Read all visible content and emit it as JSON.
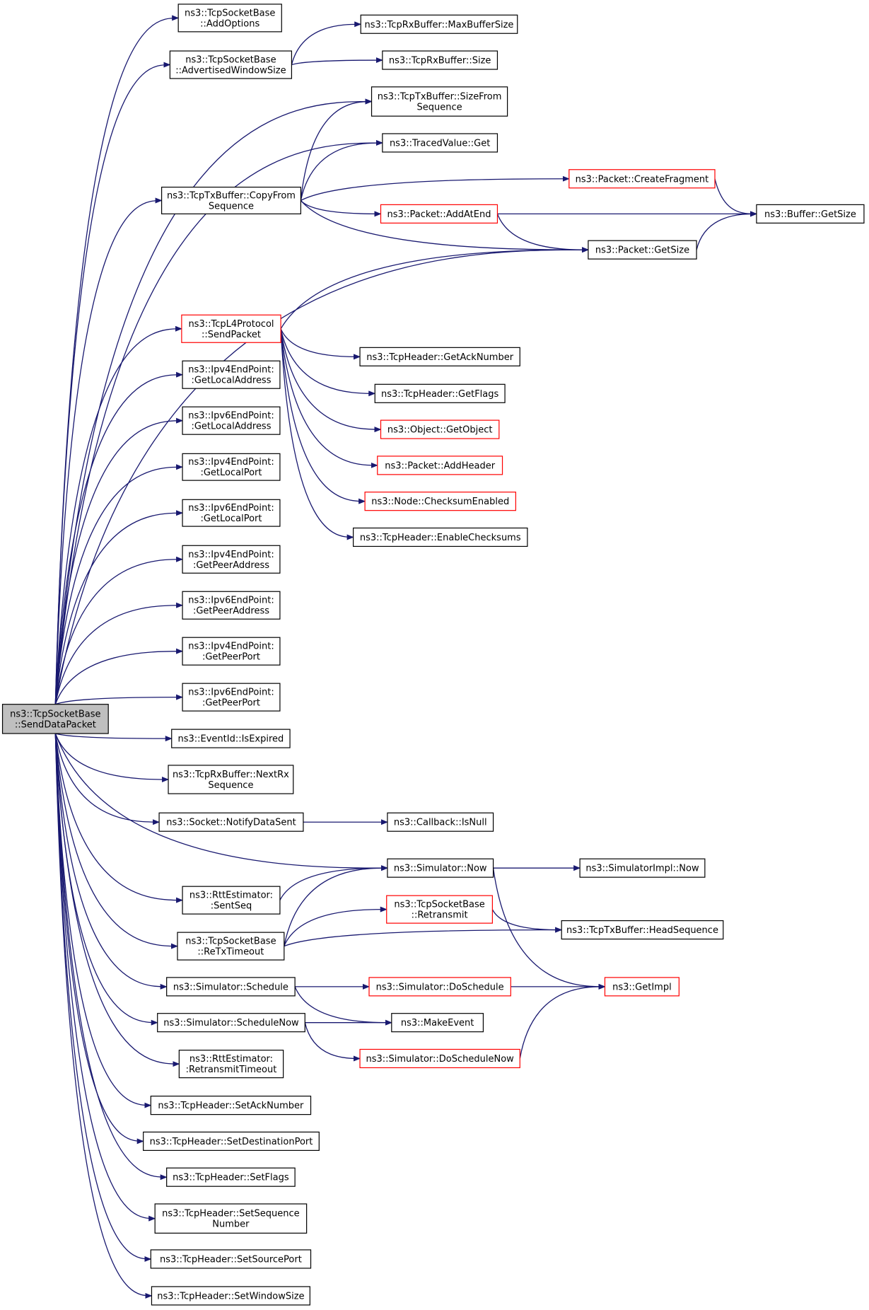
{
  "graph": {
    "edge_color": "#191970",
    "root_fill": "#bfbfbf",
    "node_border": "#000000",
    "truncated_node_border": "#ff0000",
    "nodes": [
      {
        "id": "root",
        "lines": [
          "ns3::TcpSocketBase",
          "::SendDataPacket"
        ],
        "root": true
      },
      {
        "id": "addOptions",
        "lines": [
          "ns3::TcpSocketBase",
          "::AddOptions"
        ]
      },
      {
        "id": "advWin",
        "lines": [
          "ns3::TcpSocketBase",
          "::AdvertisedWindowSize"
        ]
      },
      {
        "id": "rxMaxBuf",
        "lines": [
          "ns3::TcpRxBuffer::MaxBufferSize"
        ]
      },
      {
        "id": "rxSize",
        "lines": [
          "ns3::TcpRxBuffer::Size"
        ]
      },
      {
        "id": "txSizeFrom",
        "lines": [
          "ns3::TcpTxBuffer::SizeFrom",
          "Sequence"
        ]
      },
      {
        "id": "tracedGet",
        "lines": [
          "ns3::TracedValue::Get"
        ]
      },
      {
        "id": "copyFrom",
        "lines": [
          "ns3::TcpTxBuffer::CopyFrom",
          "Sequence"
        ]
      },
      {
        "id": "createFrag",
        "lines": [
          "ns3::Packet::CreateFragment"
        ],
        "red": true
      },
      {
        "id": "bufGetSize",
        "lines": [
          "ns3::Buffer::GetSize"
        ]
      },
      {
        "id": "addAtEnd",
        "lines": [
          "ns3::Packet::AddAtEnd"
        ],
        "red": true
      },
      {
        "id": "pktGetSize",
        "lines": [
          "ns3::Packet::GetSize"
        ]
      },
      {
        "id": "l4Send",
        "lines": [
          "ns3::TcpL4Protocol",
          "::SendPacket"
        ],
        "red": true
      },
      {
        "id": "getAck",
        "lines": [
          "ns3::TcpHeader::GetAckNumber"
        ]
      },
      {
        "id": "getFlags",
        "lines": [
          "ns3::TcpHeader::GetFlags"
        ]
      },
      {
        "id": "getObject",
        "lines": [
          "ns3::Object::GetObject"
        ],
        "red": true
      },
      {
        "id": "addHeader",
        "lines": [
          "ns3::Packet::AddHeader"
        ],
        "red": true
      },
      {
        "id": "checksumEn",
        "lines": [
          "ns3::Node::ChecksumEnabled"
        ],
        "red": true
      },
      {
        "id": "enableCs",
        "lines": [
          "ns3::TcpHeader::EnableChecksums"
        ]
      },
      {
        "id": "v4LocalAddr",
        "lines": [
          "ns3::Ipv4EndPoint:",
          ":GetLocalAddress"
        ]
      },
      {
        "id": "v6LocalAddr",
        "lines": [
          "ns3::Ipv6EndPoint:",
          ":GetLocalAddress"
        ]
      },
      {
        "id": "v4LocalPort",
        "lines": [
          "ns3::Ipv4EndPoint:",
          ":GetLocalPort"
        ]
      },
      {
        "id": "v6LocalPort",
        "lines": [
          "ns3::Ipv6EndPoint:",
          ":GetLocalPort"
        ]
      },
      {
        "id": "v4PeerAddr",
        "lines": [
          "ns3::Ipv4EndPoint:",
          ":GetPeerAddress"
        ]
      },
      {
        "id": "v6PeerAddr",
        "lines": [
          "ns3::Ipv6EndPoint:",
          ":GetPeerAddress"
        ]
      },
      {
        "id": "v4PeerPort",
        "lines": [
          "ns3::Ipv4EndPoint:",
          ":GetPeerPort"
        ]
      },
      {
        "id": "v6PeerPort",
        "lines": [
          "ns3::Ipv6EndPoint:",
          ":GetPeerPort"
        ]
      },
      {
        "id": "isExpired",
        "lines": [
          "ns3::EventId::IsExpired"
        ]
      },
      {
        "id": "nextRx",
        "lines": [
          "ns3::TcpRxBuffer::NextRx",
          "Sequence"
        ]
      },
      {
        "id": "notifySent",
        "lines": [
          "ns3::Socket::NotifyDataSent"
        ]
      },
      {
        "id": "cbIsNull",
        "lines": [
          "ns3::Callback::IsNull"
        ]
      },
      {
        "id": "simNow",
        "lines": [
          "ns3::Simulator::Now"
        ]
      },
      {
        "id": "implNow",
        "lines": [
          "ns3::SimulatorImpl::Now"
        ]
      },
      {
        "id": "rttSentSeq",
        "lines": [
          "ns3::RttEstimator:",
          ":SentSeq"
        ]
      },
      {
        "id": "retransmit",
        "lines": [
          "ns3::TcpSocketBase",
          "::Retransmit"
        ],
        "red": true
      },
      {
        "id": "headSeq",
        "lines": [
          "ns3::TcpTxBuffer::HeadSequence"
        ]
      },
      {
        "id": "reTxTimeout",
        "lines": [
          "ns3::TcpSocketBase",
          "::ReTxTimeout"
        ]
      },
      {
        "id": "schedule",
        "lines": [
          "ns3::Simulator::Schedule"
        ]
      },
      {
        "id": "doSchedule",
        "lines": [
          "ns3::Simulator::DoSchedule"
        ],
        "red": true
      },
      {
        "id": "getImpl",
        "lines": [
          "ns3::GetImpl"
        ],
        "red": true
      },
      {
        "id": "scheduleNow",
        "lines": [
          "ns3::Simulator::ScheduleNow"
        ]
      },
      {
        "id": "makeEvent",
        "lines": [
          "ns3::MakeEvent"
        ]
      },
      {
        "id": "doScheduleNow",
        "lines": [
          "ns3::Simulator::DoScheduleNow"
        ],
        "red": true
      },
      {
        "id": "rttRetxTo",
        "lines": [
          "ns3::RttEstimator:",
          ":RetransmitTimeout"
        ]
      },
      {
        "id": "setAck",
        "lines": [
          "ns3::TcpHeader::SetAckNumber"
        ]
      },
      {
        "id": "setDestPort",
        "lines": [
          "ns3::TcpHeader::SetDestinationPort"
        ]
      },
      {
        "id": "setFlags",
        "lines": [
          "ns3::TcpHeader::SetFlags"
        ]
      },
      {
        "id": "setSeq",
        "lines": [
          "ns3::TcpHeader::SetSequence",
          "Number"
        ]
      },
      {
        "id": "setSrcPort",
        "lines": [
          "ns3::TcpHeader::SetSourcePort"
        ]
      },
      {
        "id": "setWin",
        "lines": [
          "ns3::TcpHeader::SetWindowSize"
        ]
      }
    ],
    "edges": [
      [
        "root",
        "addOptions"
      ],
      [
        "root",
        "advWin"
      ],
      [
        "root",
        "txSizeFrom"
      ],
      [
        "root",
        "tracedGet"
      ],
      [
        "root",
        "copyFrom"
      ],
      [
        "root",
        "pktGetSize"
      ],
      [
        "root",
        "l4Send"
      ],
      [
        "root",
        "v4LocalAddr"
      ],
      [
        "root",
        "v6LocalAddr"
      ],
      [
        "root",
        "v4LocalPort"
      ],
      [
        "root",
        "v6LocalPort"
      ],
      [
        "root",
        "v4PeerAddr"
      ],
      [
        "root",
        "v6PeerAddr"
      ],
      [
        "root",
        "v4PeerPort"
      ],
      [
        "root",
        "v6PeerPort"
      ],
      [
        "root",
        "isExpired"
      ],
      [
        "root",
        "nextRx"
      ],
      [
        "root",
        "notifySent"
      ],
      [
        "root",
        "simNow"
      ],
      [
        "root",
        "rttSentSeq"
      ],
      [
        "root",
        "reTxTimeout"
      ],
      [
        "root",
        "schedule"
      ],
      [
        "root",
        "scheduleNow"
      ],
      [
        "root",
        "rttRetxTo"
      ],
      [
        "root",
        "setAck"
      ],
      [
        "root",
        "setDestPort"
      ],
      [
        "root",
        "setFlags"
      ],
      [
        "root",
        "setSeq"
      ],
      [
        "root",
        "setSrcPort"
      ],
      [
        "root",
        "setWin"
      ],
      [
        "advWin",
        "rxMaxBuf"
      ],
      [
        "advWin",
        "rxSize"
      ],
      [
        "copyFrom",
        "txSizeFrom"
      ],
      [
        "copyFrom",
        "tracedGet"
      ],
      [
        "copyFrom",
        "createFrag"
      ],
      [
        "copyFrom",
        "addAtEnd"
      ],
      [
        "copyFrom",
        "pktGetSize"
      ],
      [
        "createFrag",
        "bufGetSize"
      ],
      [
        "addAtEnd",
        "bufGetSize"
      ],
      [
        "addAtEnd",
        "pktGetSize"
      ],
      [
        "pktGetSize",
        "bufGetSize"
      ],
      [
        "l4Send",
        "pktGetSize"
      ],
      [
        "l4Send",
        "getAck"
      ],
      [
        "l4Send",
        "getFlags"
      ],
      [
        "l4Send",
        "getObject"
      ],
      [
        "l4Send",
        "addHeader"
      ],
      [
        "l4Send",
        "checksumEn"
      ],
      [
        "l4Send",
        "enableCs"
      ],
      [
        "notifySent",
        "cbIsNull"
      ],
      [
        "simNow",
        "implNow"
      ],
      [
        "simNow",
        "getImpl"
      ],
      [
        "rttSentSeq",
        "simNow"
      ],
      [
        "reTxTimeout",
        "simNow"
      ],
      [
        "reTxTimeout",
        "retransmit"
      ],
      [
        "reTxTimeout",
        "headSeq"
      ],
      [
        "retransmit",
        "headSeq"
      ],
      [
        "schedule",
        "doSchedule"
      ],
      [
        "schedule",
        "makeEvent"
      ],
      [
        "doSchedule",
        "getImpl"
      ],
      [
        "scheduleNow",
        "makeEvent"
      ],
      [
        "scheduleNow",
        "doScheduleNow"
      ],
      [
        "doScheduleNow",
        "getImpl"
      ]
    ]
  }
}
